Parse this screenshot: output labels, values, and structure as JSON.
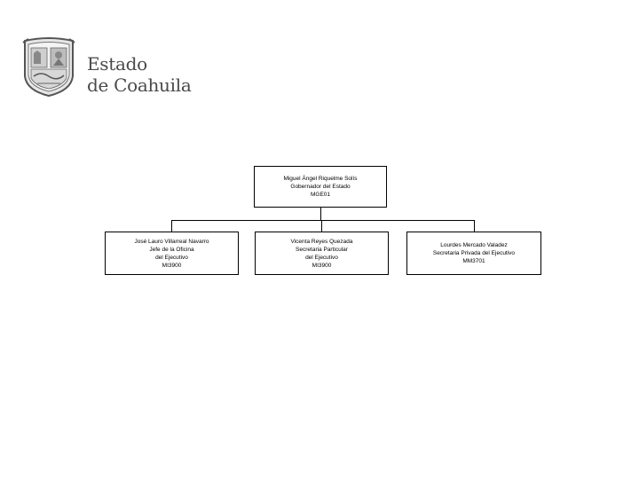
{
  "brand": {
    "line1": "Estado",
    "line2": "de Coahuila",
    "logo_icon": "coat-of-arms-icon"
  },
  "org": {
    "root": {
      "name": "Miguel Ángel Riquelme Solís",
      "title": "Gobernador del Estado",
      "code": "MGE01"
    },
    "children": [
      {
        "lines": [
          "José Lauro Villarreal Navarro",
          "Jefe de la Oficina",
          "del Ejecutivo",
          "MI3900"
        ]
      },
      {
        "lines": [
          "Vicenta Reyes Quezada",
          "Secretaria Particular",
          "del Ejecutivo",
          "MI3900"
        ]
      },
      {
        "lines": [
          "Lourdes Mercado Valadez",
          "Secretaria Privada del Ejecutivo",
          "MM3701"
        ]
      }
    ]
  }
}
